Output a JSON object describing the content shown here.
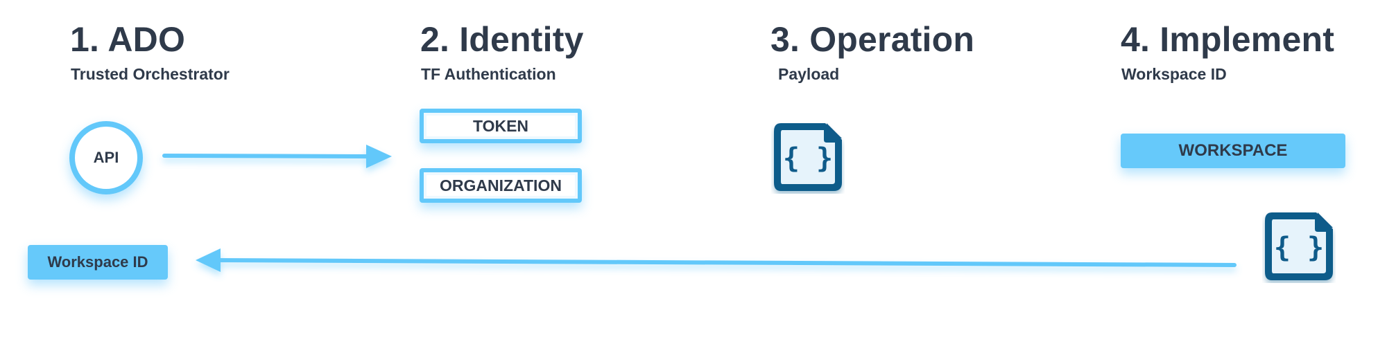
{
  "steps": [
    {
      "title": "1. ADO",
      "subtitle": "Trusted Orchestrator"
    },
    {
      "title": "2. Identity",
      "subtitle": "TF Authentication"
    },
    {
      "title": "3. Operation",
      "subtitle": "Payload"
    },
    {
      "title": "4. Implement",
      "subtitle": "Workspace ID"
    }
  ],
  "nodes": {
    "api_label": "API",
    "token_label": "TOKEN",
    "organization_label": "ORGANIZATION",
    "workspace_label": "WORKSPACE",
    "workspace_id_label": "Workspace ID",
    "payload_icon_glyph": "{ }",
    "return_icon_glyph": "{ }"
  },
  "icons": {
    "payload_icon": "json-document-icon",
    "return_icon": "json-document-icon"
  },
  "colors": {
    "accent": "#62c8fa",
    "text": "#2f3a4a",
    "document_stroke": "#0f5b8a",
    "document_fill": "#e6f3fb"
  }
}
